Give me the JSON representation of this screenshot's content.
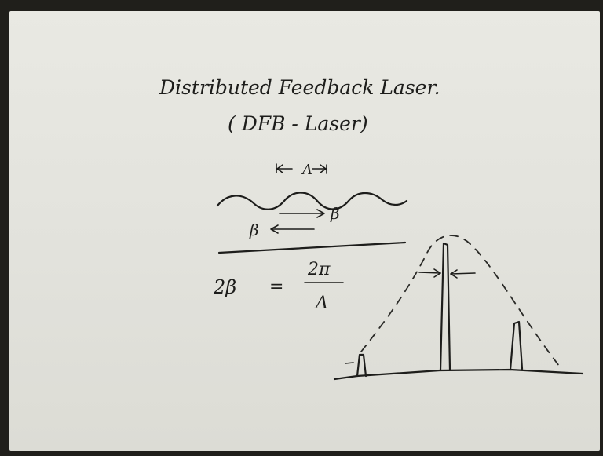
{
  "board": {
    "title": "Distributed Feedback Laser.",
    "subtitle": "( DFB - Laser)",
    "period_symbol": "Λ",
    "beta_forward": "β",
    "beta_backward": "β",
    "equation_lhs": "2β",
    "equation_equals": "=",
    "equation_numerator": "2π",
    "equation_denominator": "Λ"
  }
}
